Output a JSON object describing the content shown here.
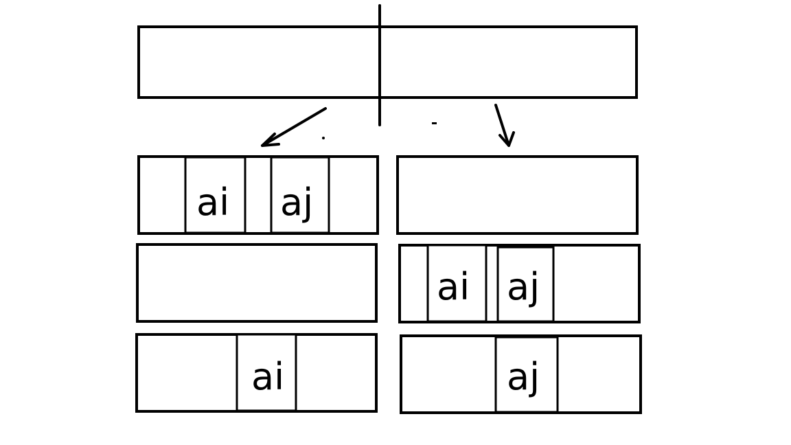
{
  "diagram": {
    "labels": {
      "ai_left_top": "ai",
      "aj_left_top": "aj",
      "ai_right_mid": "ai",
      "aj_right_mid": "aj",
      "ai_left_bottom": "ai",
      "aj_right_bottom": "aj"
    }
  }
}
